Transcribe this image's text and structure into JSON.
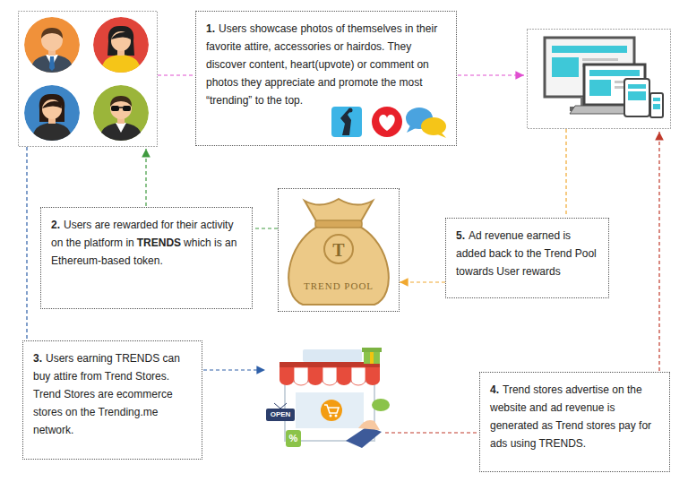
{
  "diagram": {
    "nodes": [
      {
        "text": [
          "1.",
          "Users showcase photos of themselves in their favorite attire, accessories or hairdos. They discover content, heart(upvote) or comment on photos they appreciate and promote the most “trending” to the top."
        ]
      },
      {
        "text": [
          "2.",
          "Users are rewarded for their activity on the platform in",
          "TRENDS",
          "which is an Ethereum-based token."
        ]
      },
      {
        "text": [
          "T",
          "TREND POOL"
        ]
      },
      {
        "text": [
          "5.",
          "Ad revenue earned is added back to the Trend Pool towards User rewards"
        ]
      },
      {
        "text": [
          "3.",
          "Users earning TRENDS can buy attire from Trend Stores. Trend Stores are ecommerce stores on the Trending.me network."
        ]
      },
      {
        "text": [
          "4.",
          "Trend stores advertise on the website and ad revenue is generated as Trend stores pay for ads using TRENDS."
        ]
      }
    ],
    "edges": [
      {
        "from": 3,
        "to": 2,
        "arrow": "to"
      },
      {
        "from": 2,
        "to": 1,
        "arrow": "none"
      }
    ],
    "labels": [
      "OPEN",
      "%"
    ]
  }
}
